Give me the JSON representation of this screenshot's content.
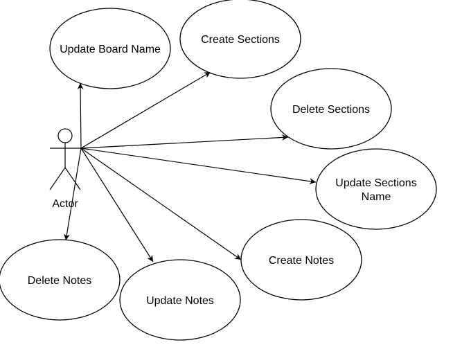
{
  "actor": {
    "label": "Actor"
  },
  "use_cases": [
    {
      "id": "update-board-name",
      "lines": [
        "Update Board Name"
      ]
    },
    {
      "id": "create-sections",
      "lines": [
        "Create Sections"
      ]
    },
    {
      "id": "delete-sections",
      "lines": [
        "Delete Sections"
      ]
    },
    {
      "id": "update-sections-name",
      "lines": [
        "Update Sections",
        "Name"
      ]
    },
    {
      "id": "create-notes",
      "lines": [
        "Create Notes"
      ]
    },
    {
      "id": "update-notes",
      "lines": [
        "Update Notes"
      ]
    },
    {
      "id": "delete-notes",
      "lines": [
        "Delete Notes"
      ]
    }
  ],
  "associations": [
    {
      "from": "actor",
      "to": "update-board-name"
    },
    {
      "from": "actor",
      "to": "create-sections"
    },
    {
      "from": "actor",
      "to": "delete-sections"
    },
    {
      "from": "actor",
      "to": "update-sections-name"
    },
    {
      "from": "actor",
      "to": "create-notes"
    },
    {
      "from": "actor",
      "to": "update-notes"
    },
    {
      "from": "actor",
      "to": "delete-notes"
    }
  ],
  "colors": {
    "stroke": "#000000",
    "fill": "#ffffff"
  }
}
